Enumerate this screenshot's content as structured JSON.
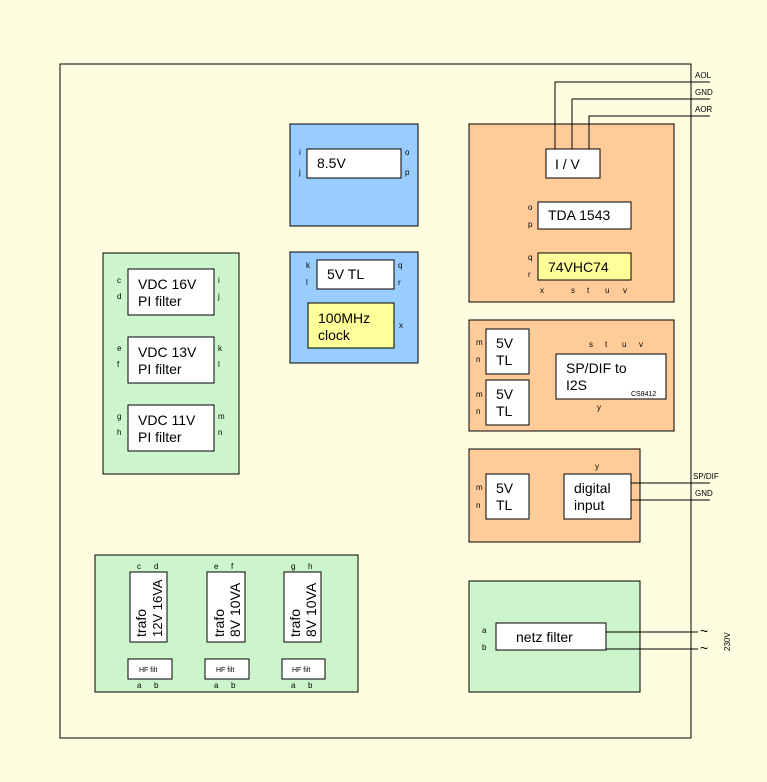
{
  "colors": {
    "background": "#fffde0",
    "green": "#ccf5cc",
    "blue": "#99ccff",
    "orange": "#ffcc99",
    "yellow": "#ffff99",
    "white": "#ffffff"
  },
  "filters": {
    "f16": [
      "VDC 16V",
      "PI filter"
    ],
    "f13": [
      "VDC 13V",
      "PI filter"
    ],
    "f11": [
      "VDC 11V",
      "PI filter"
    ]
  },
  "reg85": {
    "label": "8.5V"
  },
  "clk": {
    "tl": "5V TL",
    "clock": [
      "100MHz",
      "clock"
    ]
  },
  "dac": {
    "iv": "I / V",
    "tda": "TDA 1543",
    "vhc": "74VHC74"
  },
  "spdif": {
    "tl1": [
      "5V",
      "TL"
    ],
    "tl2": [
      "5V",
      "TL"
    ],
    "conv": [
      "SP/DIF to",
      "I2S"
    ],
    "chip": "CS8412"
  },
  "dig": {
    "tl": [
      "5V",
      "TL"
    ],
    "input": [
      "digital",
      "input"
    ]
  },
  "trafos": {
    "t1": [
      "trafo",
      "12V 16VA"
    ],
    "t2": [
      "trafo",
      "8V 10VA"
    ],
    "t3": [
      "trafo",
      "8V 10VA"
    ],
    "hf": "HF filt"
  },
  "netz": {
    "label": "netz filter",
    "voltage": "230V",
    "tilde": "~"
  },
  "outputs": {
    "aol": "AOL",
    "gnd": "GND",
    "aor": "AOR",
    "spdif": "SP/DIF",
    "gnd2": "GND"
  },
  "pins": {
    "a": "a",
    "b": "b",
    "c": "c",
    "d": "d",
    "e": "e",
    "f": "f",
    "g": "g",
    "h": "h",
    "i": "i",
    "j": "j",
    "k": "k",
    "l": "l",
    "m": "m",
    "n": "n",
    "o": "o",
    "p": "p",
    "q": "q",
    "r": "r",
    "s": "s",
    "t": "t",
    "u": "u",
    "v": "v",
    "x": "x",
    "y": "y"
  }
}
